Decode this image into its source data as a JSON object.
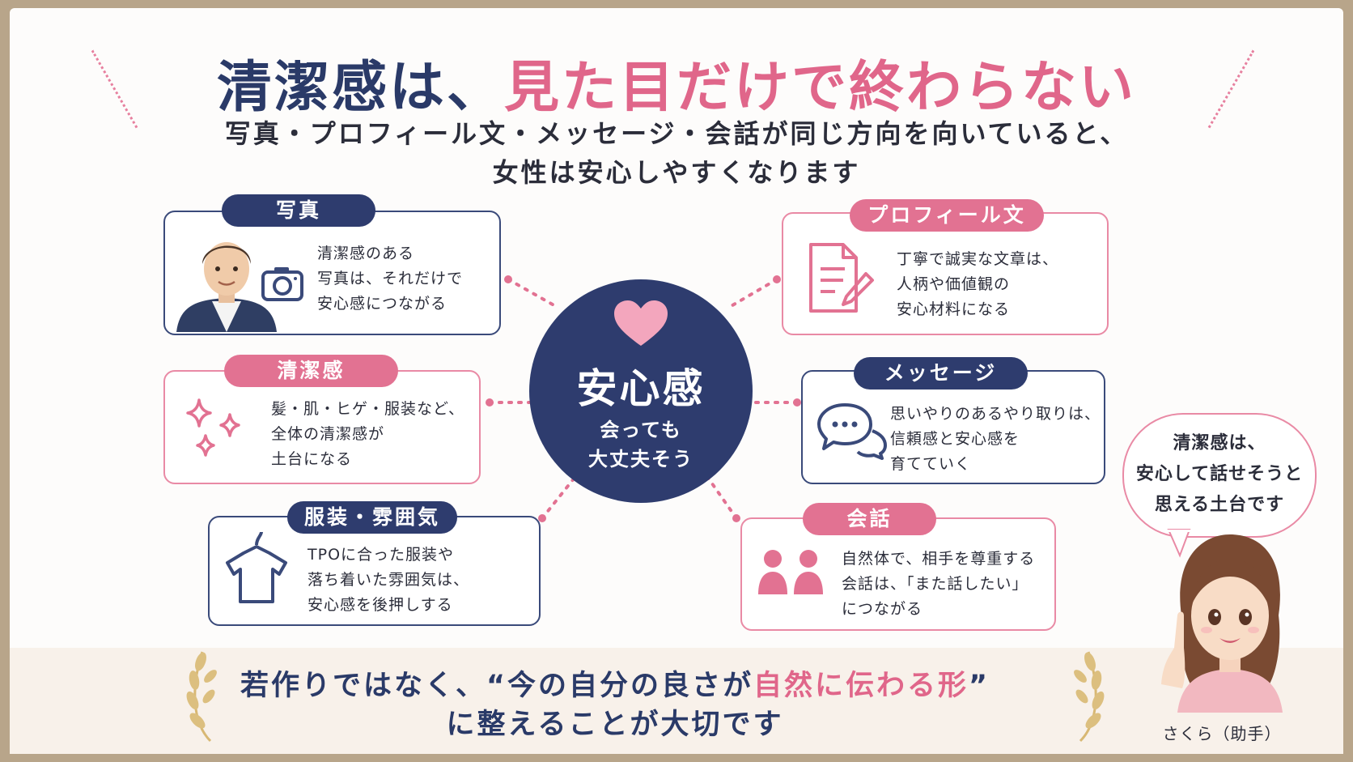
{
  "title": {
    "part1": "清潔感は、",
    "part2": "見た目だけで終わらない"
  },
  "subtitle": {
    "line1": "写真・プロフィール文・メッセージ・会話が同じ方向を向いていると、",
    "line2": "女性は安心しやすくなります"
  },
  "center": {
    "title": "安心感",
    "subtitle": "会っても\n大丈夫そう",
    "icon": "heart-icon"
  },
  "cards": {
    "photo": {
      "label": "写真",
      "text": "清潔感のある\n写真は、それだけで\n安心感につながる",
      "icon": "camera-icon"
    },
    "cleanliness": {
      "label": "清潔感",
      "text": "髪・肌・ヒゲ・服装など、\n全体の清潔感が\n土台になる",
      "icon": "sparkle-icon"
    },
    "clothing": {
      "label": "服装・雰囲気",
      "text": "TPOに合った服装や\n落ち着いた雰囲気は、\n安心感を後押しする",
      "icon": "shirt-icon"
    },
    "profile": {
      "label": "プロフィール文",
      "text": "丁寧で誠実な文章は、\n人柄や価値観の\n安心材料になる",
      "icon": "document-icon"
    },
    "message": {
      "label": "メッセージ",
      "text": "思いやりのあるやり取りは、\n信頼感と安心感を\n育てていく",
      "icon": "chat-icon"
    },
    "conversation": {
      "label": "会話",
      "text": "自然体で、相手を尊重する\n会話は、「また話したい」\nにつながる",
      "icon": "people-icon"
    }
  },
  "bottom": {
    "line1_part1": "若作りではなく、“今の自分の良さが",
    "line1_accent": "自然に伝わる形",
    "line1_part2": "”",
    "line2": "に整えることが大切です"
  },
  "assistant": {
    "bubble": "清潔感は、\n安心して話せそうと\n思える土台です",
    "name": "さくら（助手）"
  },
  "colors": {
    "navy": "#2e3c6e",
    "pink": "#e27292",
    "frame": "#b8a58a"
  }
}
